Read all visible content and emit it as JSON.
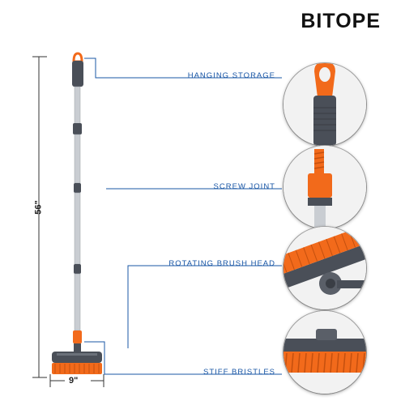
{
  "brand": "BITOPE",
  "callouts": [
    {
      "label": "HANGING STORAGE"
    },
    {
      "label": "SCREW JOINT"
    },
    {
      "label": "ROTATING BRUSH HEAD"
    },
    {
      "label": "STIFF BRISTLES"
    }
  ],
  "dimensions": {
    "height": "56\"",
    "width": "9\""
  },
  "colors": {
    "accent": "#f26a1b",
    "grip": "#4a4f58",
    "steel": "#c9cdd2",
    "callout_line": "#1a57a6"
  }
}
